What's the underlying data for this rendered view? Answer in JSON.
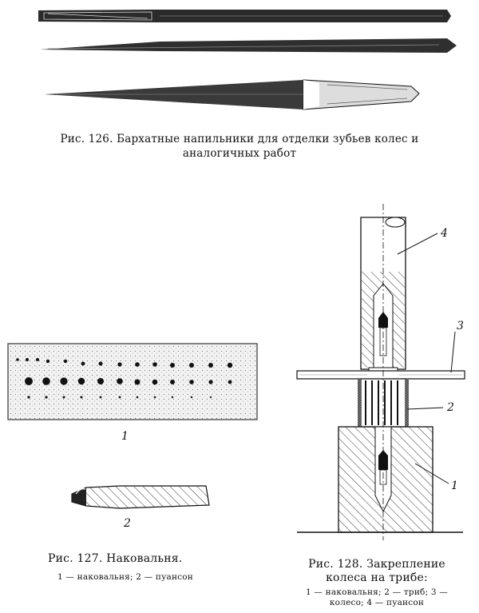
{
  "figures": {
    "fig126": {
      "caption": "Рис. 126. Бархатные напильники для отделки зубьев колес и аналогичных работ"
    },
    "fig127": {
      "caption": "Рис. 127. Наковальня.",
      "legend": "1 — наковальня; 2 — пуансон",
      "labels": {
        "anvil": "1",
        "punch": "2"
      }
    },
    "fig128": {
      "caption": "Рис. 128. Закрепление колеса на трибе:",
      "legend": "1 — наковальня; 2 — триб; 3 — колесо; 4 — пуансон",
      "labels": {
        "anvil": "1",
        "pinion": "2",
        "wheel": "3",
        "punch": "4"
      }
    }
  }
}
